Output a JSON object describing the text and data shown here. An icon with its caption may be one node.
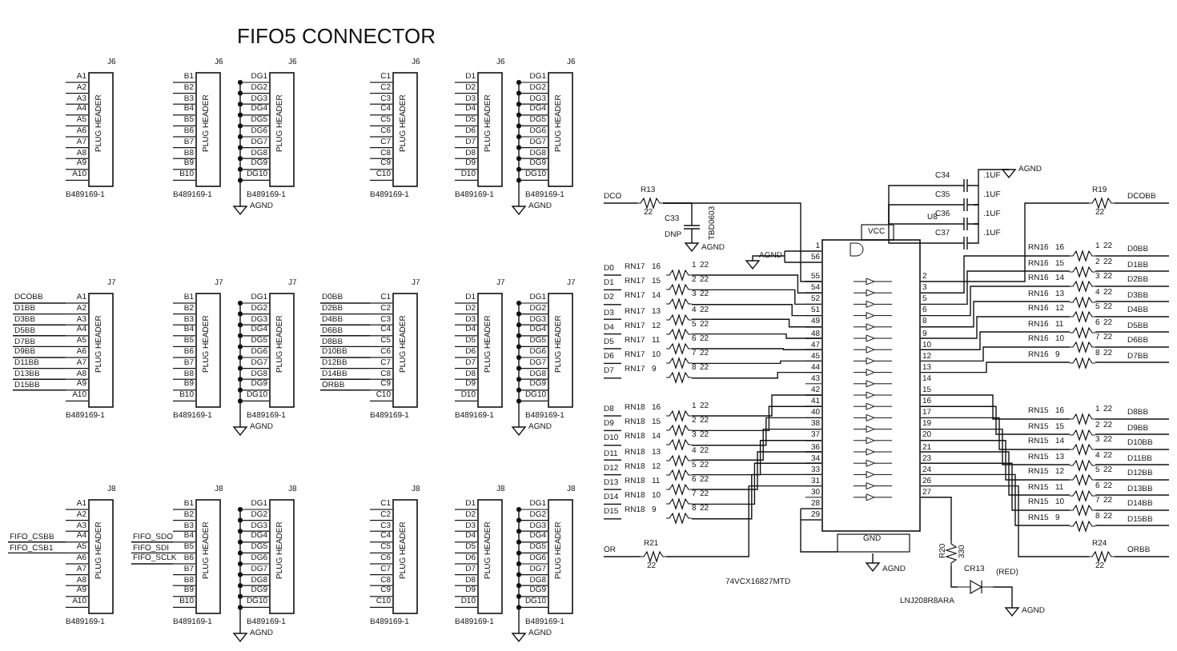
{
  "diagram": {
    "title": "FIFO5 CONNECTOR",
    "nodes": [
      {
        "text": [
          "J6",
          "PLUG HEADER",
          "B489169-1"
        ]
      },
      {
        "text": [
          "J6",
          "PLUG HEADER",
          "B489169-1"
        ]
      },
      {
        "text": [
          "J6",
          "PLUG HEADER",
          "B489169-1"
        ],
        "beside": [
          "AGND"
        ]
      },
      {
        "text": [
          "J6",
          "PLUG HEADER",
          "B489169-1"
        ]
      },
      {
        "text": [
          "J6",
          "PLUG HEADER",
          "B489169-1"
        ]
      },
      {
        "text": [
          "J6",
          "PLUG HEADER",
          "B489169-1"
        ],
        "beside": [
          "AGND"
        ]
      },
      {
        "text": [
          "J7",
          "PLUG HEADER",
          "B489169-1"
        ],
        "beside": [
          "DCOBB",
          "D1BB",
          "D3BB",
          "D5BB",
          "D7BB",
          "D9BB",
          "D11BB",
          "D13BB",
          "D15BB"
        ]
      },
      {
        "text": [
          "J7",
          "PLUG HEADER",
          "B489169-1"
        ]
      },
      {
        "text": [
          "J7",
          "PLUG HEADER",
          "B489169-1"
        ],
        "beside": [
          "AGND"
        ]
      },
      {
        "text": [
          "J7",
          "PLUG HEADER",
          "B489169-1"
        ],
        "beside": [
          "D0BB",
          "D2BB",
          "D4BB",
          "D6BB",
          "D8BB",
          "D10BB",
          "D12BB",
          "D14BB",
          "ORBB"
        ]
      },
      {
        "text": [
          "J7",
          "PLUG HEADER",
          "B489169-1"
        ]
      },
      {
        "text": [
          "J7",
          "PLUG HEADER",
          "B489169-1"
        ],
        "beside": [
          "AGND"
        ]
      },
      {
        "text": [
          "J8",
          "PLUG HEADER",
          "B489169-1"
        ],
        "beside": [
          "FIFO_CSBB",
          "FIFO_CSB1"
        ]
      },
      {
        "text": [
          "J8",
          "PLUG HEADER",
          "B489169-1"
        ],
        "beside": [
          "FIFO_SDO",
          "FIFO_SDI",
          "FIFO_SCLK"
        ]
      },
      {
        "text": [
          "J8",
          "PLUG HEADER",
          "B489169-1"
        ],
        "beside": [
          "AGND"
        ]
      },
      {
        "text": [
          "J8",
          "PLUG HEADER",
          "B489169-1"
        ]
      },
      {
        "text": [
          "J8",
          "PLUG HEADER",
          "B489169-1"
        ]
      },
      {
        "text": [
          "J8",
          "PLUG HEADER",
          "B489169-1"
        ],
        "beside": [
          "AGND"
        ]
      },
      {
        "text": [
          "U8",
          "74VCX16827MTD"
        ]
      },
      {
        "text": [
          "R13",
          "22"
        ],
        "beside": [
          "DCO"
        ]
      },
      {
        "text": [
          "C33",
          "TBD0603",
          "DNP"
        ]
      },
      {
        "text": [
          "C34",
          ".1UF"
        ]
      },
      {
        "text": [
          "C35",
          ".1UF"
        ]
      },
      {
        "text": [
          "C36",
          ".1UF"
        ]
      },
      {
        "text": [
          "C37",
          ".1UF"
        ]
      },
      {
        "text": [
          "R19",
          "22"
        ],
        "beside": [
          "DCOBB"
        ]
      },
      {
        "text": [
          "RN17",
          "16",
          "1",
          "22"
        ],
        "beside": [
          "D0"
        ]
      },
      {
        "text": [
          "RN17",
          "15",
          "2",
          "22"
        ],
        "beside": [
          "D1"
        ]
      },
      {
        "text": [
          "RN17",
          "14",
          "3",
          "22"
        ],
        "beside": [
          "D2"
        ]
      },
      {
        "text": [
          "RN17",
          "13",
          "4",
          "22"
        ],
        "beside": [
          "D3"
        ]
      },
      {
        "text": [
          "RN17",
          "12",
          "5",
          "22"
        ],
        "beside": [
          "D4"
        ]
      },
      {
        "text": [
          "RN17",
          "11",
          "6",
          "22"
        ],
        "beside": [
          "D5"
        ]
      },
      {
        "text": [
          "RN17",
          "10",
          "7",
          "22"
        ],
        "beside": [
          "D6"
        ]
      },
      {
        "text": [
          "RN17",
          "9",
          "8",
          "22"
        ],
        "beside": [
          "D7"
        ]
      },
      {
        "text": [
          "RN18",
          "16",
          "1",
          "22"
        ],
        "beside": [
          "D8"
        ]
      },
      {
        "text": [
          "RN18",
          "15",
          "2",
          "22"
        ],
        "beside": [
          "D9"
        ]
      },
      {
        "text": [
          "RN18",
          "14",
          "3",
          "22"
        ],
        "beside": [
          "D10"
        ]
      },
      {
        "text": [
          "RN18",
          "13",
          "4",
          "22"
        ],
        "beside": [
          "D11"
        ]
      },
      {
        "text": [
          "RN18",
          "12",
          "5",
          "22"
        ],
        "beside": [
          "D12"
        ]
      },
      {
        "text": [
          "RN18",
          "11",
          "6",
          "22"
        ],
        "beside": [
          "D13"
        ]
      },
      {
        "text": [
          "RN18",
          "10",
          "7",
          "22"
        ],
        "beside": [
          "D14"
        ]
      },
      {
        "text": [
          "RN18",
          "9",
          "8",
          "22"
        ],
        "beside": [
          "D15"
        ]
      },
      {
        "text": [
          "R21",
          "22"
        ],
        "beside": [
          "OR"
        ]
      },
      {
        "text": [
          "RN16",
          "16",
          "1",
          "22"
        ],
        "beside": [
          "D0BB"
        ]
      },
      {
        "text": [
          "RN16",
          "15",
          "2",
          "22"
        ],
        "beside": [
          "D1BB"
        ]
      },
      {
        "text": [
          "RN16",
          "14",
          "3",
          "22"
        ],
        "beside": [
          "D2BB"
        ]
      },
      {
        "text": [
          "RN16",
          "13",
          "4",
          "22"
        ],
        "beside": [
          "D3BB"
        ]
      },
      {
        "text": [
          "RN16",
          "12",
          "5",
          "22"
        ],
        "beside": [
          "D4BB"
        ]
      },
      {
        "text": [
          "RN16",
          "11",
          "6",
          "22"
        ],
        "beside": [
          "D5BB"
        ]
      },
      {
        "text": [
          "RN16",
          "10",
          "7",
          "22"
        ],
        "beside": [
          "D6BB"
        ]
      },
      {
        "text": [
          "RN16",
          "9",
          "8",
          "22"
        ],
        "beside": [
          "D7BB"
        ]
      },
      {
        "text": [
          "RN15",
          "16",
          "1",
          "22"
        ],
        "beside": [
          "D8BB"
        ]
      },
      {
        "text": [
          "RN15",
          "15",
          "2",
          "22"
        ],
        "beside": [
          "D9BB"
        ]
      },
      {
        "text": [
          "RN15",
          "14",
          "3",
          "22"
        ],
        "beside": [
          "D10BB"
        ]
      },
      {
        "text": [
          "RN15",
          "13",
          "4",
          "22"
        ],
        "beside": [
          "D11BB"
        ]
      },
      {
        "text": [
          "RN15",
          "12",
          "5",
          "22"
        ],
        "beside": [
          "D12BB"
        ]
      },
      {
        "text": [
          "RN15",
          "11",
          "6",
          "22"
        ],
        "beside": [
          "D13BB"
        ]
      },
      {
        "text": [
          "RN15",
          "10",
          "7",
          "22"
        ],
        "beside": [
          "D14BB"
        ]
      },
      {
        "text": [
          "RN15",
          "9",
          "8",
          "22"
        ],
        "beside": [
          "D15BB"
        ]
      },
      {
        "text": [
          "R24",
          "22"
        ],
        "beside": [
          "ORBB"
        ]
      },
      {
        "text": [
          "R20",
          "330"
        ]
      },
      {
        "text": [
          "CR13",
          "LNJ208R8ARA",
          "(RED)"
        ],
        "beside": [
          "AGND"
        ]
      }
    ],
    "edges": [
      {
        "from": 19,
        "to": 18,
        "arrow": "none"
      },
      {
        "from": 19,
        "to": 20,
        "arrow": "none"
      },
      {
        "from": 18,
        "to": 21,
        "arrow": "none"
      },
      {
        "from": 18,
        "to": 22,
        "arrow": "none"
      },
      {
        "from": 18,
        "to": 23,
        "arrow": "none"
      },
      {
        "from": 18,
        "to": 24,
        "arrow": "none"
      },
      {
        "from": 18,
        "to": 25,
        "arrow": "none"
      },
      {
        "from": 26,
        "to": 18,
        "arrow": "none"
      },
      {
        "from": 27,
        "to": 18,
        "arrow": "none"
      },
      {
        "from": 28,
        "to": 18,
        "arrow": "none"
      },
      {
        "from": 29,
        "to": 18,
        "arrow": "none"
      },
      {
        "from": 30,
        "to": 18,
        "arrow": "none"
      },
      {
        "from": 31,
        "to": 18,
        "arrow": "none"
      },
      {
        "from": 32,
        "to": 18,
        "arrow": "none"
      },
      {
        "from": 33,
        "to": 18,
        "arrow": "none"
      },
      {
        "from": 34,
        "to": 18,
        "arrow": "none"
      },
      {
        "from": 35,
        "to": 18,
        "arrow": "none"
      },
      {
        "from": 36,
        "to": 18,
        "arrow": "none"
      },
      {
        "from": 37,
        "to": 18,
        "arrow": "none"
      },
      {
        "from": 38,
        "to": 18,
        "arrow": "none"
      },
      {
        "from": 39,
        "to": 18,
        "arrow": "none"
      },
      {
        "from": 40,
        "to": 18,
        "arrow": "none"
      },
      {
        "from": 41,
        "to": 18,
        "arrow": "none"
      },
      {
        "from": 42,
        "to": 18,
        "arrow": "none"
      },
      {
        "from": 18,
        "to": 43,
        "arrow": "none"
      },
      {
        "from": 18,
        "to": 44,
        "arrow": "none"
      },
      {
        "from": 18,
        "to": 45,
        "arrow": "none"
      },
      {
        "from": 18,
        "to": 46,
        "arrow": "none"
      },
      {
        "from": 18,
        "to": 47,
        "arrow": "none"
      },
      {
        "from": 18,
        "to": 48,
        "arrow": "none"
      },
      {
        "from": 18,
        "to": 49,
        "arrow": "none"
      },
      {
        "from": 18,
        "to": 50,
        "arrow": "none"
      },
      {
        "from": 18,
        "to": 51,
        "arrow": "none"
      },
      {
        "from": 18,
        "to": 52,
        "arrow": "none"
      },
      {
        "from": 18,
        "to": 53,
        "arrow": "none"
      },
      {
        "from": 18,
        "to": 54,
        "arrow": "none"
      },
      {
        "from": 18,
        "to": 55,
        "arrow": "none"
      },
      {
        "from": 18,
        "to": 56,
        "arrow": "none"
      },
      {
        "from": 18,
        "to": 57,
        "arrow": "none"
      },
      {
        "from": 18,
        "to": 58,
        "arrow": "none"
      },
      {
        "from": 18,
        "to": 59,
        "arrow": "none"
      },
      {
        "from": 18,
        "to": 60,
        "arrow": "none"
      },
      {
        "from": 60,
        "to": 61,
        "arrow": "none"
      },
      {
        "from": 21,
        "to": 22,
        "arrow": "none"
      },
      {
        "from": 22,
        "to": 23,
        "arrow": "none"
      },
      {
        "from": 23,
        "to": 24,
        "arrow": "none"
      }
    ],
    "labels": [
      "A1",
      "A2",
      "A3",
      "A4",
      "A5",
      "A6",
      "A7",
      "A8",
      "A9",
      "A10",
      "B1",
      "B2",
      "B3",
      "B4",
      "B5",
      "B6",
      "B7",
      "B8",
      "B9",
      "B10",
      "DG1",
      "DG2",
      "DG3",
      "DG4",
      "DG5",
      "DG6",
      "DG7",
      "DG8",
      "DG9",
      "DG10",
      "C1",
      "C2",
      "C3",
      "C4",
      "C5",
      "C6",
      "C7",
      "C8",
      "C9",
      "C10",
      "D1",
      "D2",
      "D3",
      "D4",
      "D5",
      "D6",
      "D7",
      "D8",
      "D9",
      "D10",
      "DG1",
      "DG2",
      "DG3",
      "DG4",
      "DG5",
      "DG6",
      "DG7",
      "DG8",
      "DG9",
      "DG10",
      "A1",
      "A2",
      "A3",
      "A4",
      "A5",
      "A6",
      "A7",
      "A8",
      "A9",
      "A10",
      "B1",
      "B2",
      "B3",
      "B4",
      "B5",
      "B6",
      "B7",
      "B8",
      "B9",
      "B10",
      "DG1",
      "DG2",
      "DG3",
      "DG4",
      "DG5",
      "DG6",
      "DG7",
      "DG8",
      "DG9",
      "DG10",
      "C1",
      "C2",
      "C3",
      "C4",
      "C5",
      "C6",
      "C7",
      "C8",
      "C9",
      "C10",
      "D1",
      "D2",
      "D3",
      "D4",
      "D5",
      "D6",
      "D7",
      "D8",
      "D9",
      "D10",
      "DG1",
      "DG2",
      "DG3",
      "DG4",
      "DG5",
      "DG6",
      "DG7",
      "DG8",
      "DG9",
      "DG10",
      "A1",
      "A2",
      "A3",
      "A4",
      "A5",
      "A6",
      "A7",
      "A8",
      "A9",
      "A10",
      "B1",
      "B2",
      "B3",
      "B4",
      "B5",
      "B6",
      "B7",
      "B8",
      "B9",
      "B10",
      "DG1",
      "DG2",
      "DG3",
      "DG4",
      "DG5",
      "DG6",
      "DG7",
      "DG8",
      "DG9",
      "DG10",
      "C1",
      "C2",
      "C3",
      "C4",
      "C5",
      "C6",
      "C7",
      "C8",
      "C9",
      "C10",
      "D1",
      "D2",
      "D3",
      "D4",
      "D5",
      "D6",
      "D7",
      "D8",
      "D9",
      "D10",
      "DG1",
      "DG2",
      "DG3",
      "DG4",
      "DG5",
      "DG6",
      "DG7",
      "DG8",
      "DG9",
      "DG10",
      "AGND",
      "AGND",
      "AGND",
      "AGND",
      "55",
      "54",
      "52",
      "51",
      "49",
      "48",
      "47",
      "45",
      "44",
      "43",
      "42",
      "41",
      "40",
      "38",
      "37",
      "36",
      "34",
      "33",
      "31",
      "30",
      "2",
      "3",
      "5",
      "6",
      "8",
      "9",
      "10",
      "12",
      "13",
      "14",
      "15",
      "16",
      "17",
      "19",
      "20",
      "21",
      "23",
      "24",
      "26",
      "27",
      "1",
      "56",
      "28",
      "29",
      "VCC",
      "GND"
    ]
  }
}
